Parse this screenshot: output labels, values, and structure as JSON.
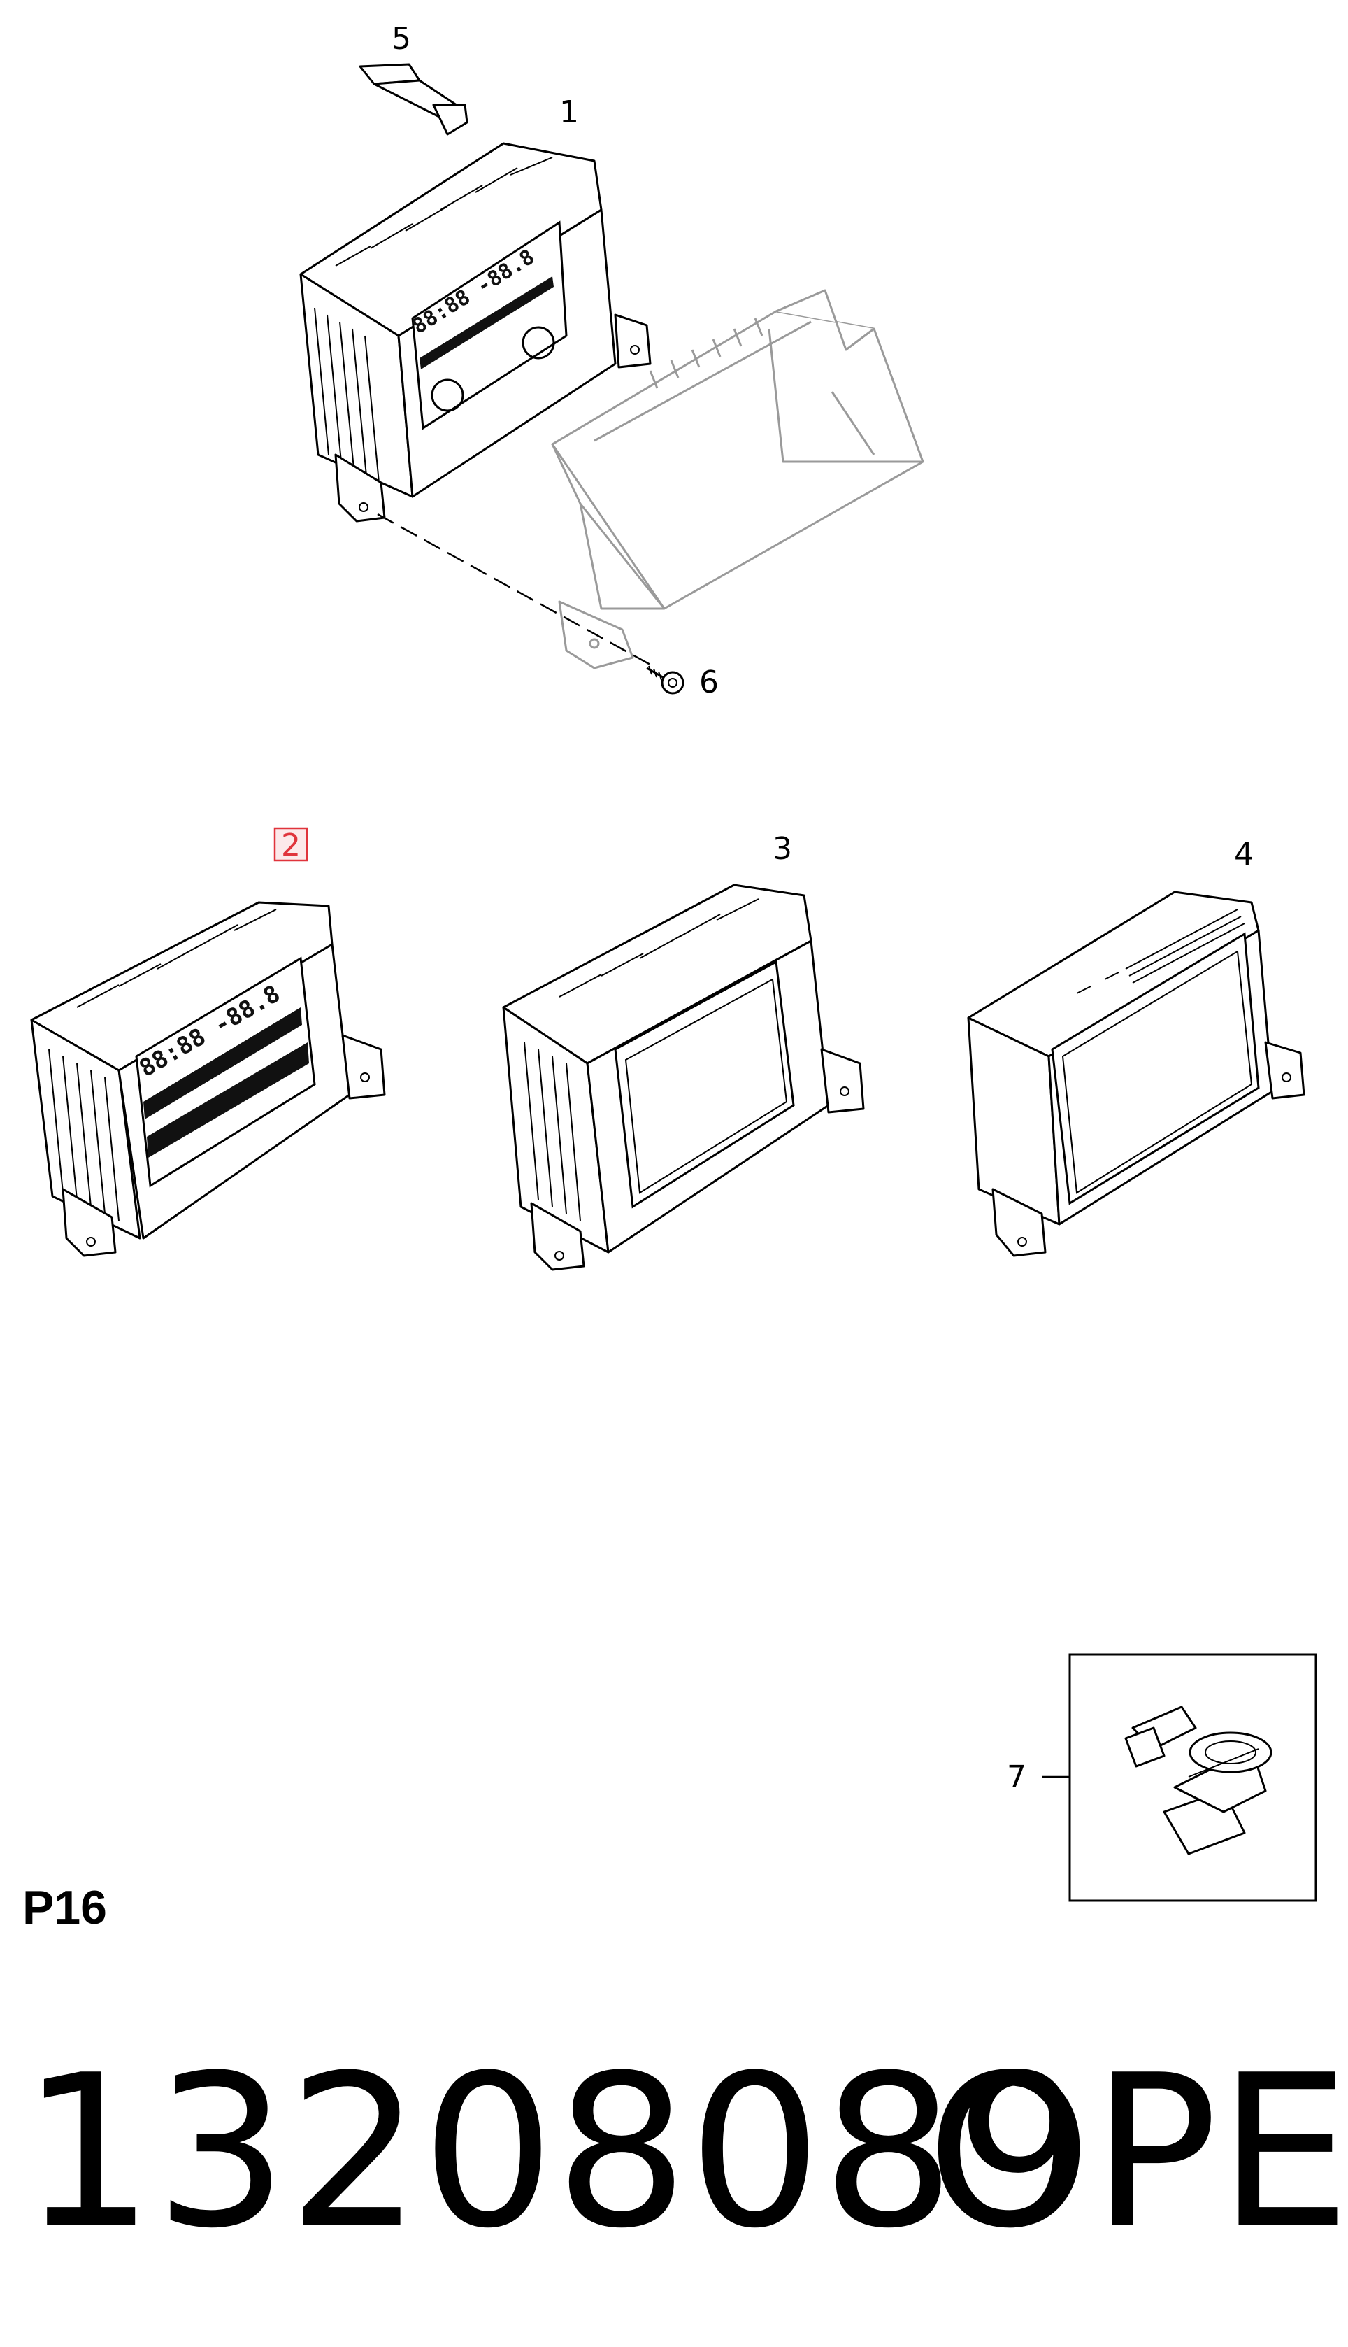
{
  "callouts": {
    "c1": "1",
    "c2": "2",
    "c3": "3",
    "c4": "4",
    "c5": "5",
    "c6": "6",
    "c7": "7"
  },
  "highlight_color": "#e0343c",
  "code": "P16",
  "part_number": "13208089",
  "brand": "OPEL"
}
